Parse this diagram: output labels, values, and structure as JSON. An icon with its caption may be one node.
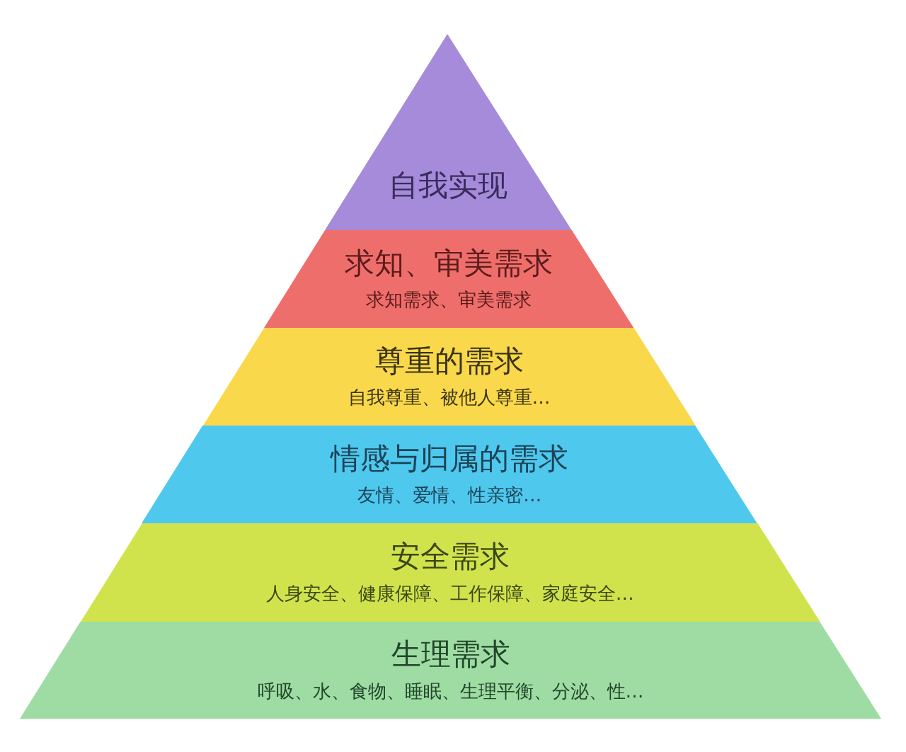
{
  "diagram": {
    "nodes": [
      {
        "text": [
          "自我实现"
        ]
      },
      {
        "text": [
          "求知、审美需求",
          "求知需求、审美需求"
        ]
      },
      {
        "text": [
          "尊重的需求",
          "自我尊重、被他人尊重…"
        ]
      },
      {
        "text": [
          "情感与归属的需求",
          "友情、爱情、性亲密…"
        ]
      },
      {
        "text": [
          "安全需求",
          "人身安全、健康保障、工作保障、家庭安全…"
        ]
      },
      {
        "text": [
          "生理需求",
          "呼吸、水、食物、睡眠、生理平衡、分泌、性…"
        ]
      }
    ]
  }
}
